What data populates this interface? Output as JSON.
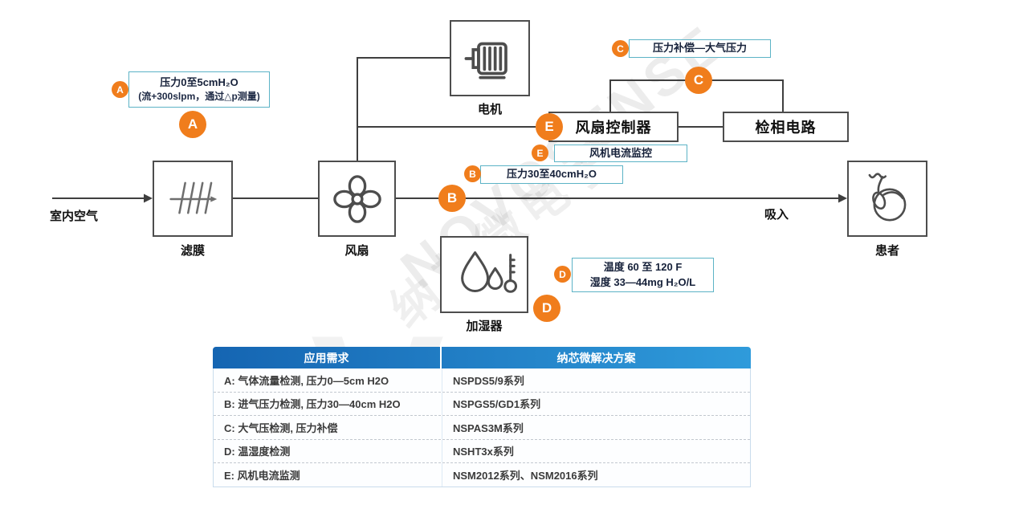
{
  "diagram": {
    "inlet_label": "室内空气",
    "inhale_label": "吸入",
    "nodes": {
      "motor": {
        "label": "电机"
      },
      "filter": {
        "label": "滤膜"
      },
      "fan": {
        "label": "风扇"
      },
      "humidifier": {
        "label": "加湿器"
      },
      "patient": {
        "label": "患者"
      },
      "fan_controller": {
        "label": "风扇控制器"
      },
      "phase_circuit": {
        "label": "检相电路"
      }
    },
    "annotations": {
      "A": {
        "letter": "A",
        "line1": "压力0至5cmH₂O",
        "line2": "(流+300slpm，通过△p测量)"
      },
      "B": {
        "letter": "B",
        "line1": "压力30至40cmH₂O"
      },
      "C": {
        "letter": "C",
        "line1": "压力补偿—大气压力"
      },
      "D": {
        "letter": "D",
        "line1": "温度 60 至 120 F",
        "line2": "湿度 33—44mg H₂O/L"
      },
      "E": {
        "letter": "E",
        "line1": "风机电流监控"
      }
    }
  },
  "table": {
    "headers": [
      "应用需求",
      "纳芯微解决方案"
    ],
    "rows": [
      {
        "need": "A: 气体流量检测, 压力0—5cm H2O",
        "solution": "NSPDS5/9系列"
      },
      {
        "need": "B: 进气压力检测, 压力30—40cm H2O",
        "solution": "NSPGS5/GD1系列"
      },
      {
        "need": "C: 大气压检测, 压力补偿",
        "solution": "NSPAS3M系列"
      },
      {
        "need": "D: 温湿度检测",
        "solution": "NSHT3x系列"
      },
      {
        "need": "E: 风机电流监测",
        "solution": "NSM2012系列、NSM2016系列"
      }
    ]
  },
  "watermark": {
    "brand": "NOVOSENSE",
    "brand_cn": "纳芯微电子",
    "logo_letter": "V"
  },
  "colors": {
    "accent_orange": "#F07D1C",
    "note_border": "#5CB3C6",
    "wire": "#3F3F3F",
    "table_header_start": "#1565B2",
    "table_header_end": "#2F9BDB"
  }
}
